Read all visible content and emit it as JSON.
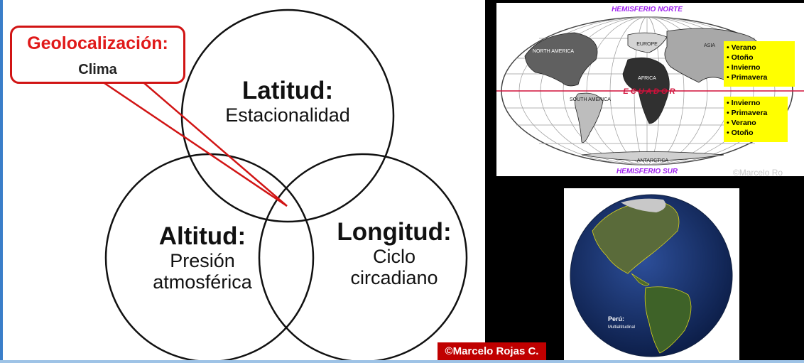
{
  "callout": {
    "title": "Geolocalización:",
    "subtitle": "Clima"
  },
  "circles": [
    {
      "heading": "Latitud:",
      "sub": "Estacionalidad"
    },
    {
      "heading": "Altitud:",
      "sub_line1": "Presión",
      "sub_line2": "atmosférica"
    },
    {
      "heading": "Longitud:",
      "sub_line1": "Ciclo",
      "sub_line2": "circadiano"
    }
  ],
  "copyright": "©Marcelo Rojas C.",
  "map": {
    "north_label": "HEMISFERIO NORTE",
    "south_label": "HEMISFERIO SUR",
    "equator_label": "E C U A D O R",
    "watermark": "©Marcelo Ro",
    "continents": {
      "north_america": "NORTH AMERICA",
      "south_america": "SOUTH AMERICA",
      "europe": "EUROPE",
      "asia": "ASIA",
      "africa": "AFRICA",
      "antarctica": "ANTARCTICA"
    },
    "north_seasons": [
      "Verano",
      "Otoño",
      "Invierno",
      "Primavera"
    ],
    "south_seasons": [
      "Invierno",
      "Primavera",
      "Verano",
      "Otoño"
    ]
  },
  "globe": {
    "label_title": "Perú:",
    "label_sub": "Multialtitudinal"
  }
}
